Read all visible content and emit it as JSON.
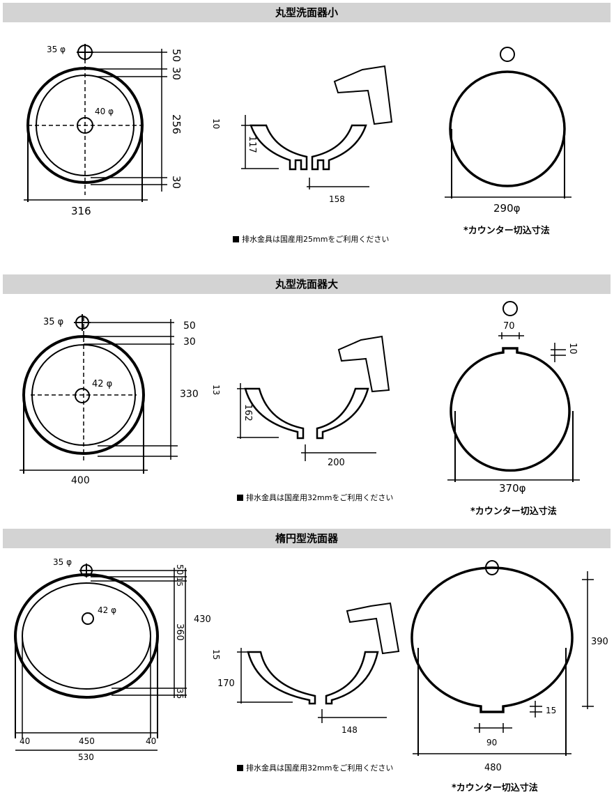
{
  "sections": [
    {
      "title": "丸型洗面器小",
      "plan": {
        "faucet_dia": "35 φ",
        "drain_dia": "40 φ",
        "width": "316",
        "dim_a": "50",
        "dim_b": "30",
        "dim_c": "256",
        "dim_d": "30"
      },
      "section": {
        "rim": "10",
        "depth": "117",
        "drain_span": "158"
      },
      "cutout": {
        "dim": "290φ",
        "label": "*カウンター切込寸法"
      },
      "note": "排水金具は国産用25mmをご利用ください"
    },
    {
      "title": "丸型洗面器大",
      "plan": {
        "faucet_dia": "35 φ",
        "drain_dia": "42 φ",
        "width": "400",
        "dim_a": "50",
        "dim_b": "30",
        "dim_c": "330"
      },
      "section": {
        "rim": "13",
        "depth": "162",
        "drain_span": "200"
      },
      "cutout": {
        "dim": "370φ",
        "label": "*カウンター切込寸法",
        "notch_w": "70",
        "notch_h": "10"
      },
      "note": "排水金具は国産用32mmをご利用ください"
    },
    {
      "title": "楕円型洗面器",
      "plan": {
        "faucet_dia": "35 φ",
        "drain_dia": "42 φ",
        "dim_a": "50",
        "dim_b": "15",
        "dim_c": "360",
        "dim_d": "35",
        "height": "430",
        "left_w": "40",
        "mid_w": "450",
        "right_w": "40",
        "total_w": "530"
      },
      "section": {
        "rim": "15",
        "depth": "170",
        "drain_span": "148"
      },
      "cutout": {
        "height": "390",
        "notch_h": "15",
        "notch_w": "90",
        "width": "480",
        "label": "*カウンター切込寸法"
      },
      "note": "排水金具は国産用32mmをご利用ください"
    }
  ]
}
